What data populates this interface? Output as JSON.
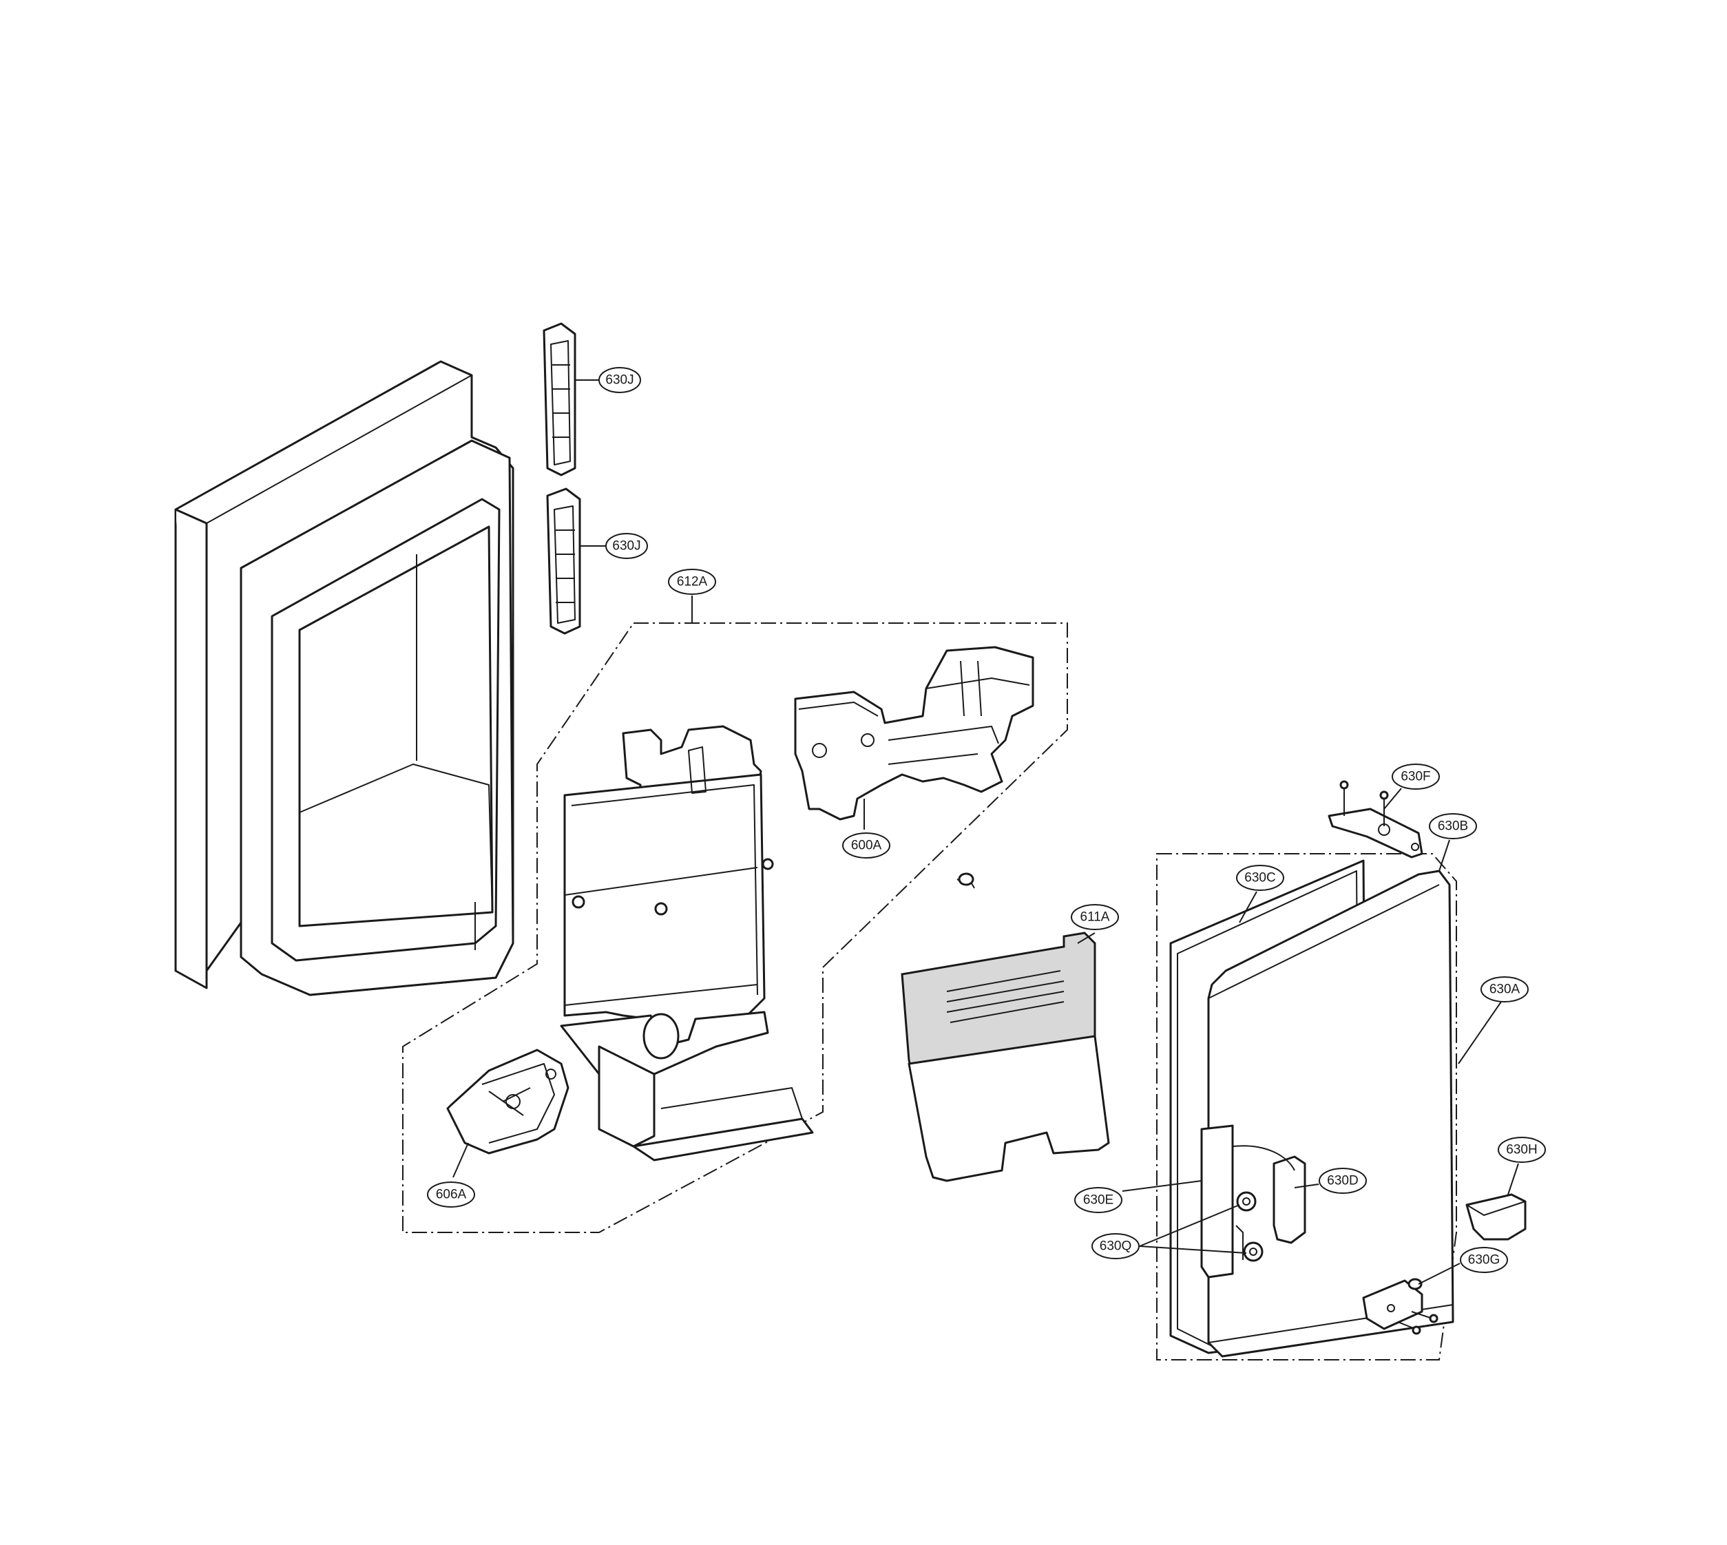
{
  "callouts": {
    "c630J_top": "630J",
    "c630J_mid": "630J",
    "c612A": "612A",
    "c600A": "600A",
    "c611A": "611A",
    "c606A": "606A",
    "c630F": "630F",
    "c630B": "630B",
    "c630C": "630C",
    "c630A": "630A",
    "c630H": "630H",
    "c630D": "630D",
    "c630E": "630E",
    "c630Q": "630Q",
    "c630G": "630G"
  },
  "colors": {
    "line": "#1a1a1a",
    "background": "#ffffff",
    "shading": "#d8d8d8"
  }
}
